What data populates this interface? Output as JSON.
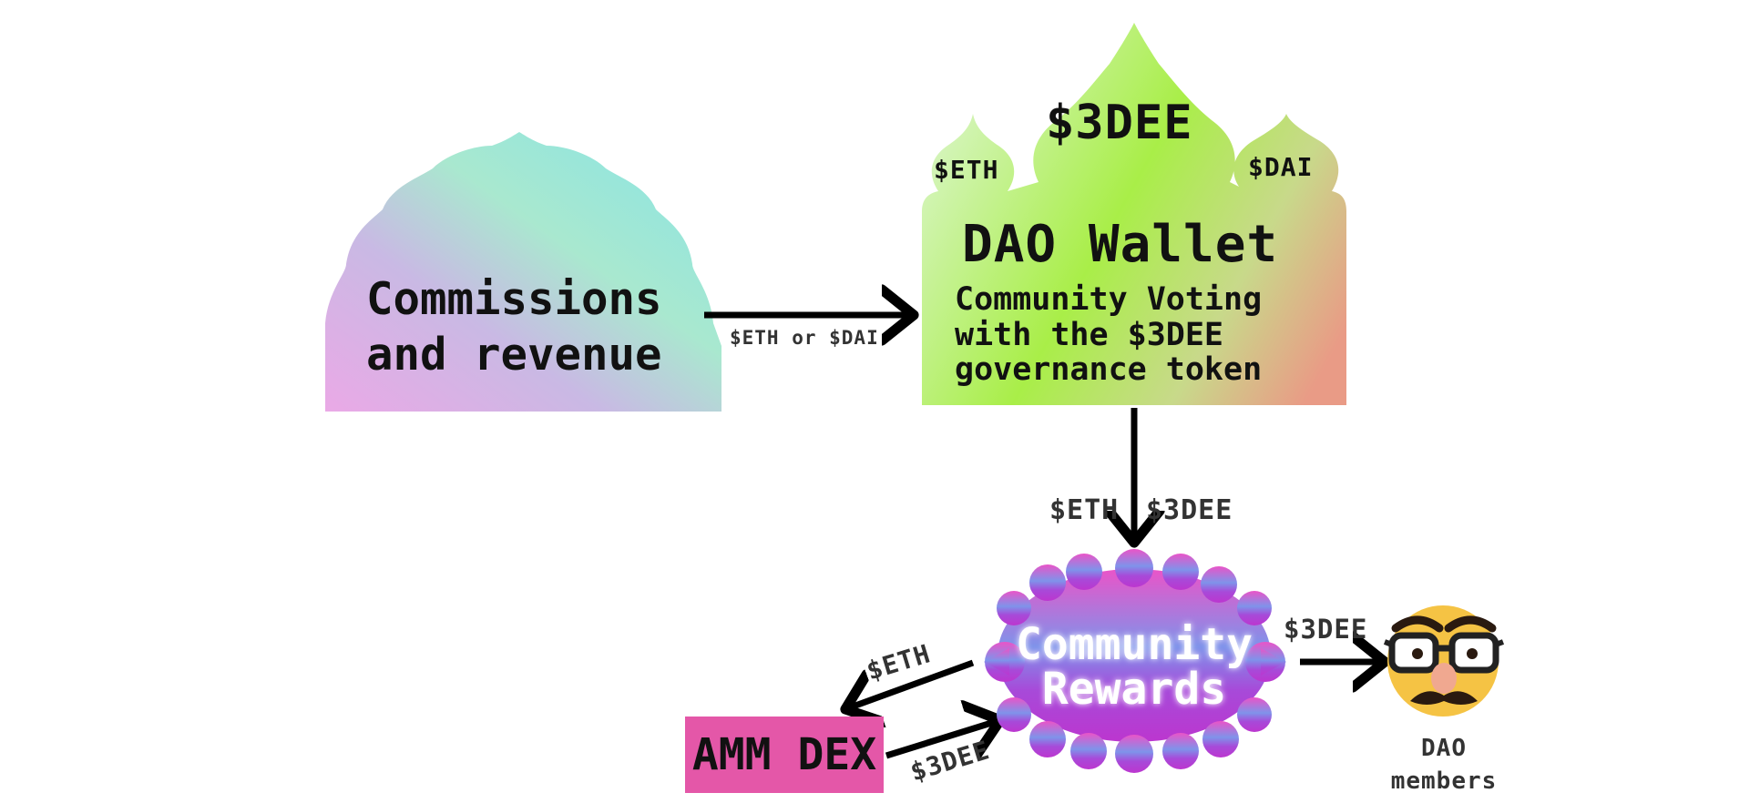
{
  "nodes": {
    "commissions": {
      "line1": "Commissions",
      "line2": "and revenue"
    },
    "dao_wallet": {
      "title": "DAO Wallet",
      "line1": "Community Voting",
      "line2": "with the $3DEE",
      "line3": "governance token",
      "dome_main": "$3DEE",
      "dome_left": "$ETH",
      "dome_right": "$DAI"
    },
    "community_rewards": {
      "line1": "Community",
      "line2": "Rewards"
    },
    "amm_dex": {
      "label": "AMM DEX"
    },
    "dao_members": {
      "line1": "DAO",
      "line2": "members",
      "icon": "disguise-face-icon"
    }
  },
  "edges": {
    "commissions_to_wallet": "$ETH or $DAI",
    "wallet_to_rewards_a": "$ETH",
    "wallet_to_rewards_b": "$3DEE",
    "rewards_to_members": "$3DEE",
    "rewards_to_dex": "$ETH",
    "dex_to_rewards": "$3DEE"
  },
  "colors": {
    "commissions": [
      "#e7a6ea",
      "#a7e8d2",
      "#8fe6e0"
    ],
    "dao_wallet": [
      "#d7f5c2",
      "#a8ef4a",
      "#e79d86"
    ],
    "rewards": [
      "#e74fc4",
      "#7b8ee9",
      "#b23ad2"
    ],
    "amm_dex": "#e456a7",
    "face": "#f5c344"
  }
}
